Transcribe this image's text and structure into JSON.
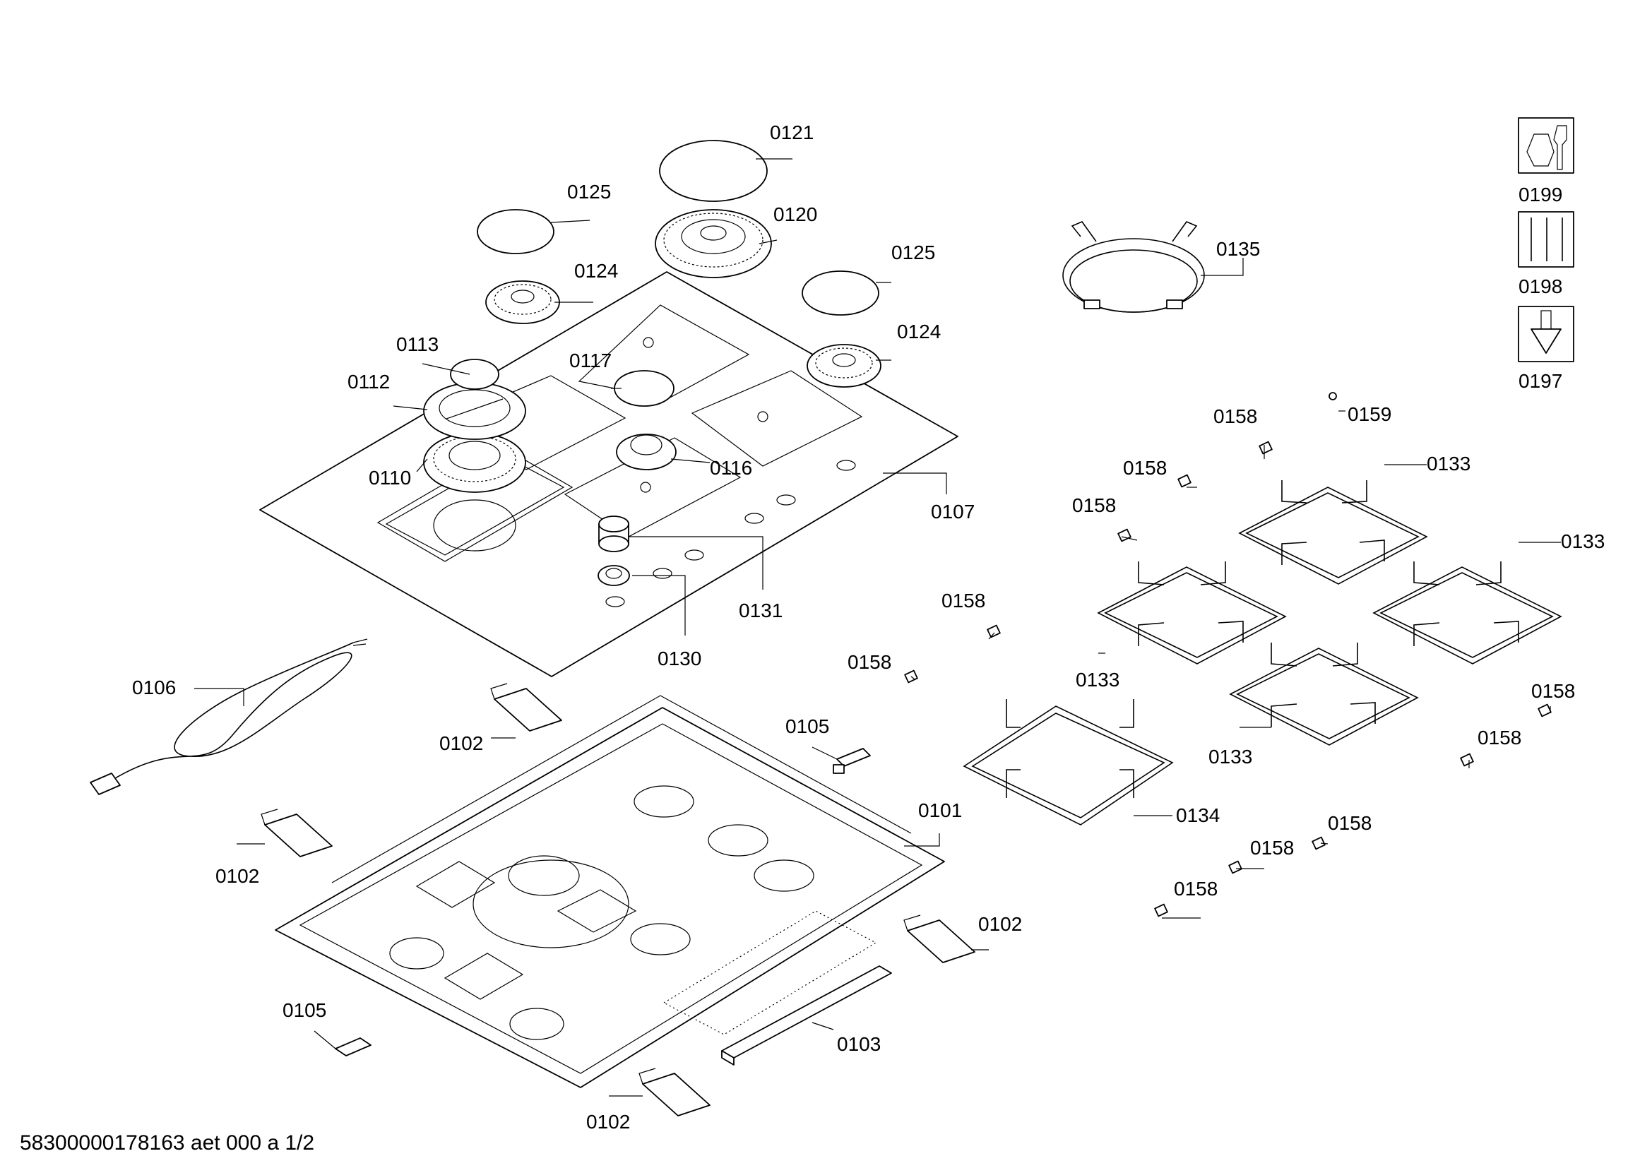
{
  "labels": {
    "l0121": "0121",
    "l0125a": "0125",
    "l0120": "0120",
    "l0125b": "0125",
    "l0124a": "0124",
    "l0124b": "0124",
    "l0113": "0113",
    "l0117": "0117",
    "l0112": "0112",
    "l0116": "0116",
    "l0110": "0110",
    "l0107": "0107",
    "l0131": "0131",
    "l0130": "0130",
    "l0135": "0135",
    "l0199": "0199",
    "l0198": "0198",
    "l0197": "0197",
    "l0158a": "0158",
    "l0159": "0159",
    "l0158b": "0158",
    "l0133a": "0133",
    "l0158c": "0158",
    "l0133b": "0133",
    "l0158d": "0158",
    "l0158e": "0158",
    "l0133c": "0133",
    "l0158f": "0158",
    "l0133d": "0133",
    "l0158g": "0158",
    "l0134": "0134",
    "l0158h": "0158",
    "l0158i": "0158",
    "l0158j": "0158",
    "l0106": "0106",
    "l0102a": "0102",
    "l0105a": "0105",
    "l0101": "0101",
    "l0102b": "0102",
    "l0102c": "0102",
    "l0105b": "0105",
    "l0103": "0103",
    "l0102d": "0102"
  },
  "footer": {
    "doc_id": "58300000178163 aet 000 a 1/2"
  },
  "icons": {
    "i0199": "tools-icon",
    "i0198": "screws-icon",
    "i0197": "fastener-icon"
  }
}
